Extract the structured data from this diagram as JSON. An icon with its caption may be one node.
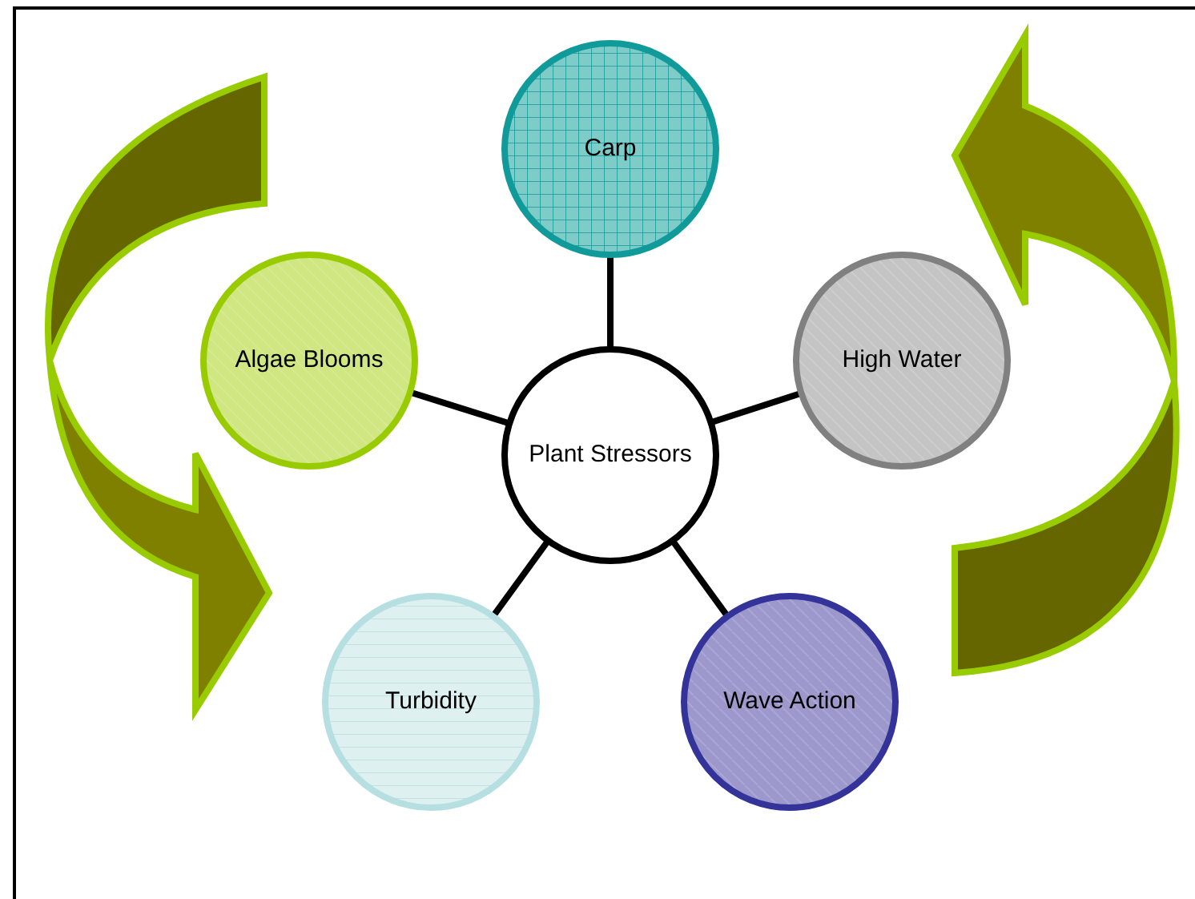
{
  "diagram": {
    "nodes": [
      {
        "text": [
          "Plant Stressors"
        ]
      },
      {
        "text": [
          "Carp"
        ]
      },
      {
        "text": [
          "High Water"
        ]
      },
      {
        "text": [
          "Wave Action"
        ]
      },
      {
        "text": [
          "Turbidity"
        ]
      },
      {
        "text": [
          "Algae Blooms"
        ]
      }
    ],
    "edges": [
      {
        "from": 0,
        "to": 1,
        "arrow": "none"
      },
      {
        "from": 0,
        "to": 2,
        "arrow": "none"
      },
      {
        "from": 0,
        "to": 3,
        "arrow": "none"
      },
      {
        "from": 0,
        "to": 4,
        "arrow": "none"
      },
      {
        "from": 0,
        "to": 5,
        "arrow": "none"
      }
    ]
  }
}
